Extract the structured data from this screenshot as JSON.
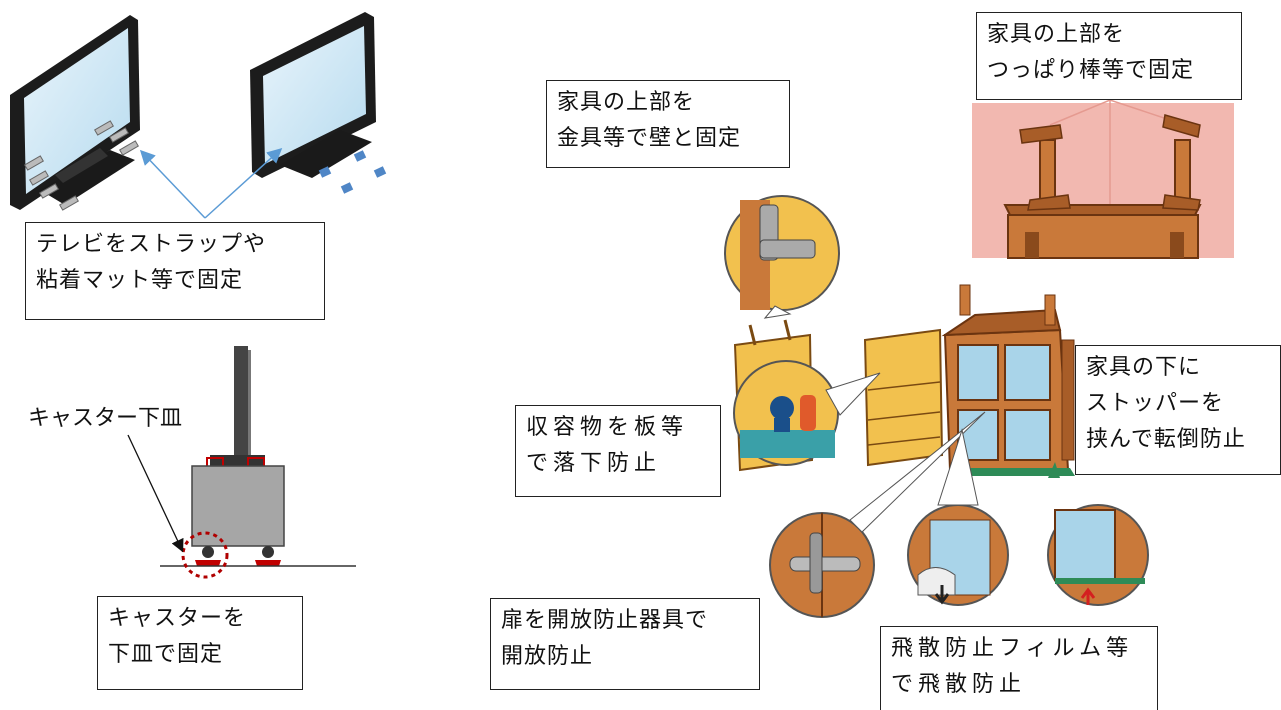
{
  "labels": {
    "tv": {
      "line1": "テレビをストラップや",
      "line2": "粘着マット等で固定"
    },
    "caster_tray": "キャスター下皿",
    "caster": {
      "line1": "キャスターを",
      "line2": "下皿で固定"
    },
    "top_bracket": {
      "line1": "家具の上部を",
      "line2": "金具等で壁と固定"
    },
    "top_pole": {
      "line1": "家具の上部を",
      "line2": "つっぱり棒等で固定"
    },
    "stopper": {
      "line1": "家具の下に",
      "line2": "ストッパーを",
      "line3": "挟んで転倒防止"
    },
    "contents": {
      "line1": "収容物を板等",
      "line2": "で落下防止"
    },
    "door": {
      "line1": "扉を開放防止器具で",
      "line2": "開放防止"
    },
    "film": {
      "line1": "飛散防止フィルム等",
      "line2": "で飛散防止"
    }
  },
  "colors": {
    "arrow_blue": "#5b9bd5",
    "caster_red": "#c00000",
    "wood": "#b5652b",
    "wall_pink": "#f2b8b0"
  }
}
